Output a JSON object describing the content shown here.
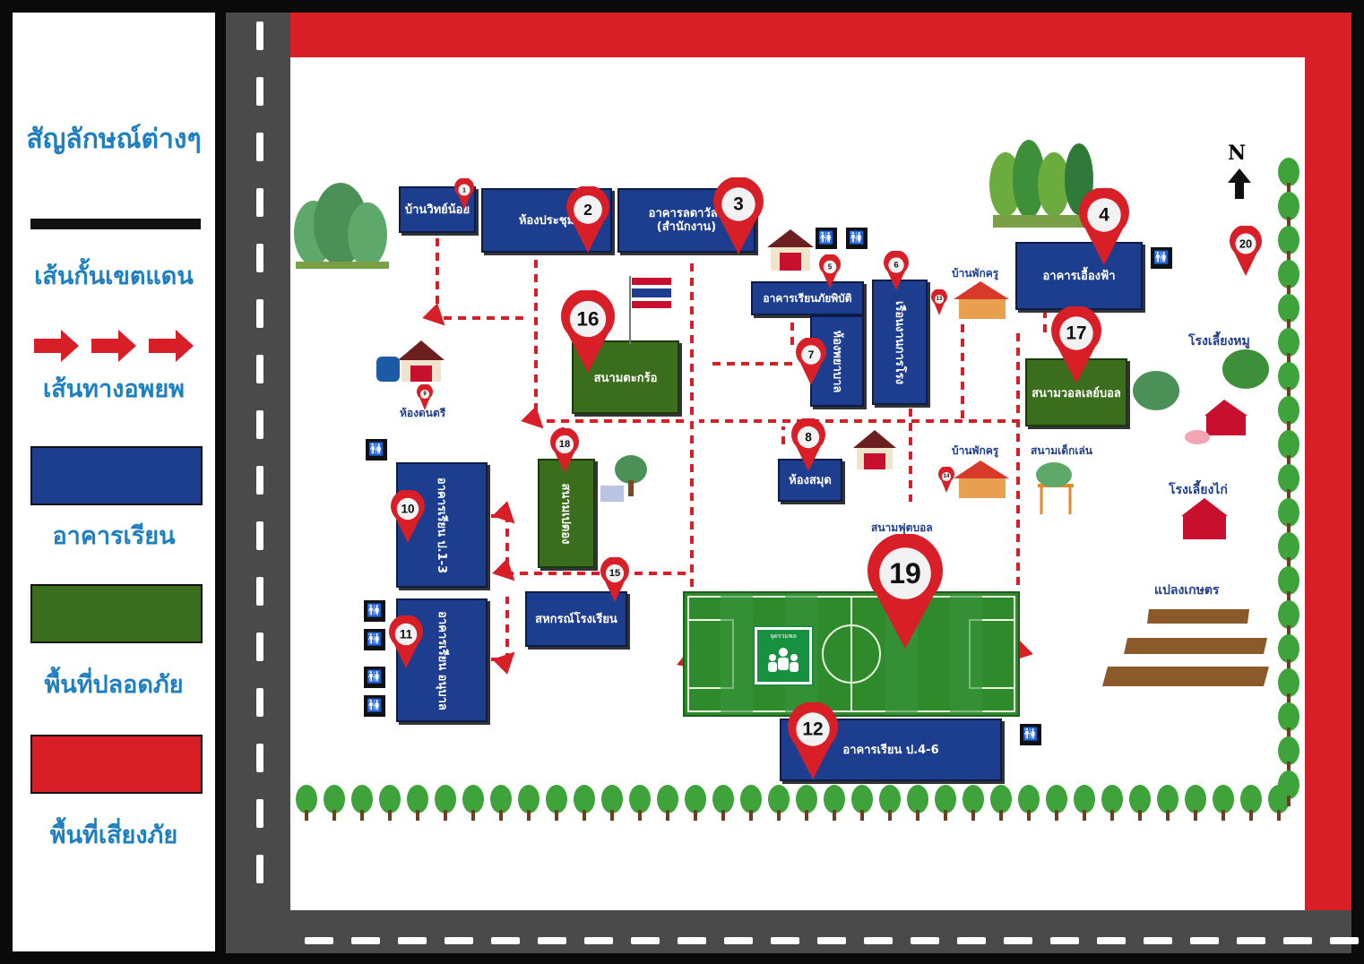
{
  "legend": {
    "title": "สัญลักษณ์ต่างๆ",
    "items": [
      {
        "label": "เส้นกั้นเขตแดน",
        "symbol": "black-line"
      },
      {
        "label": "เส้นทางอพยพ",
        "symbol": "red-arrows"
      },
      {
        "label": "อาคารเรียน",
        "symbol": "blue-box",
        "color": "#1d3e8e"
      },
      {
        "label": "พื้นที่ปลอดภัย",
        "symbol": "green-box",
        "color": "#3b6e1c"
      },
      {
        "label": "พื้นที่เสี่ยงภัย",
        "symbol": "red-box",
        "color": "#d81e27"
      }
    ]
  },
  "map": {
    "north_label": "N",
    "buildings": {
      "b1": "บ้านวิทย์น้อย",
      "b2": "ห้องประชุม",
      "b3": "อาคารลดาวัลย์ (สำนักงาน)",
      "b4": "อาคารเอื้องฟ้า",
      "b5": "อาคารเรียนภัยพิบัติ",
      "b6": "เรือนงานการโรง",
      "b7": "ห้องพยาบาล",
      "b8": "ห้องสมุด",
      "b10": "อาคารเรียน ป.1-3",
      "b11": "อาคารเรียน อนุบาล",
      "b12": "อาคารเรียน ป.4-6",
      "b15": "สหกรณ์โรงเรียน"
    },
    "safe_areas": {
      "s16": "สนามตะกร้อ",
      "s17": "สนามวอลเลย์บอล",
      "s18": "สนามเปตอง"
    },
    "labels": {
      "music_room": "ห้องดนตรี",
      "teacher_house_1": "บ้านพักครู",
      "teacher_house_2": "บ้านพักครู",
      "playground": "สนามเด็กเล่น",
      "football_field": "สนามฟุตบอล",
      "pig_farm": "โรงเลี้ยงหมู",
      "chicken_farm": "โรงเลี้ยงไก่",
      "farm_plot": "แปลงเกษตร",
      "assembly_point": "จุดรวมพล"
    },
    "pins": [
      "1",
      "2",
      "3",
      "4",
      "5",
      "6",
      "7",
      "8",
      "9",
      "10",
      "11",
      "12",
      "13",
      "14",
      "15",
      "16",
      "17",
      "18",
      "19",
      "20"
    ],
    "colors": {
      "risk": "#d81e27",
      "building": "#1d3e8e",
      "safe": "#3b6e1c",
      "route": "#d81e27"
    }
  }
}
